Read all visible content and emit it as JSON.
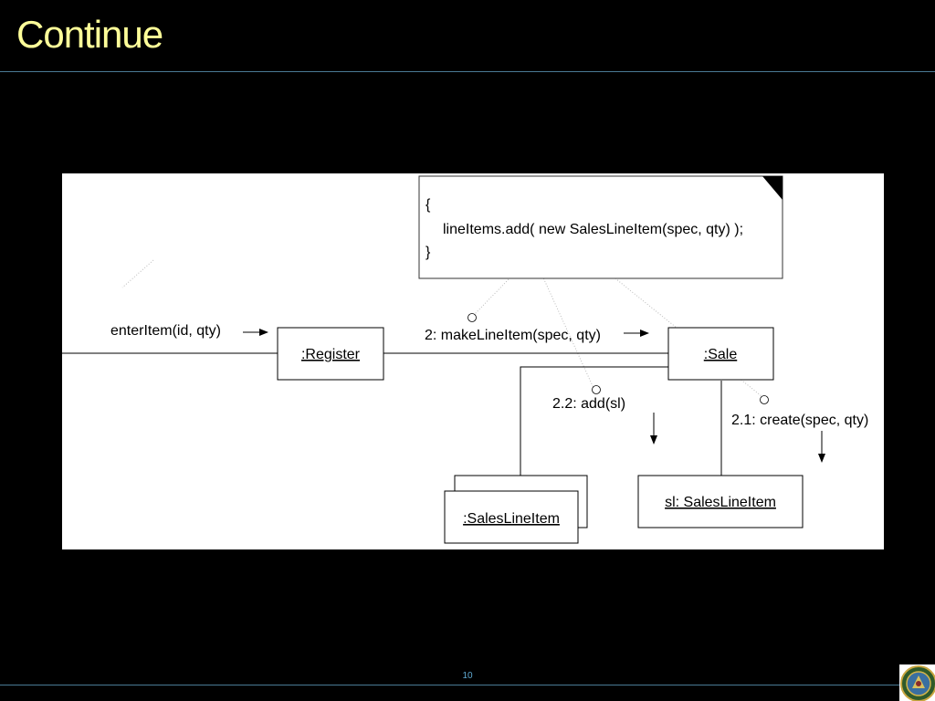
{
  "slide": {
    "title": "Continue",
    "page_number": "10"
  },
  "diagram": {
    "note": {
      "line1": "{",
      "line2": "lineItems.add( new SalesLineItem(spec, qty) );",
      "line3": "}"
    },
    "objects": {
      "register": ":Register",
      "sale": ":Sale",
      "sales_line_item_multi": ":SalesLineItem",
      "sl": "sl: SalesLineItem"
    },
    "messages": {
      "enter_item": "enterItem(id, qty)",
      "make_line_item": "2: makeLineItem(spec, qty)",
      "add": "2.2: add(sl)",
      "create": "2.1: create(spec, qty)"
    }
  },
  "colors": {
    "title": "#ffff99",
    "rule": "#4a7a94",
    "page_number": "#5fa8d0"
  },
  "icons": {
    "logo": "university-seal-icon"
  }
}
